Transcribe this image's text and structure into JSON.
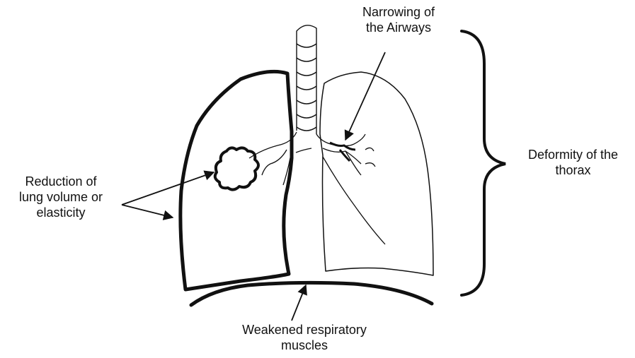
{
  "labels": {
    "airways": {
      "line1": "Narrowing of",
      "line2": "the Airways"
    },
    "reduction": {
      "line1": "Reduction of",
      "line2": "lung volume or",
      "line3": "elasticity"
    },
    "thorax": {
      "line1": "Deformity of the",
      "line2": "thorax"
    },
    "muscles": {
      "line1": "Weakened respiratory",
      "line2": "muscles"
    }
  },
  "colors": {
    "ink": "#111111",
    "background": "#ffffff"
  }
}
